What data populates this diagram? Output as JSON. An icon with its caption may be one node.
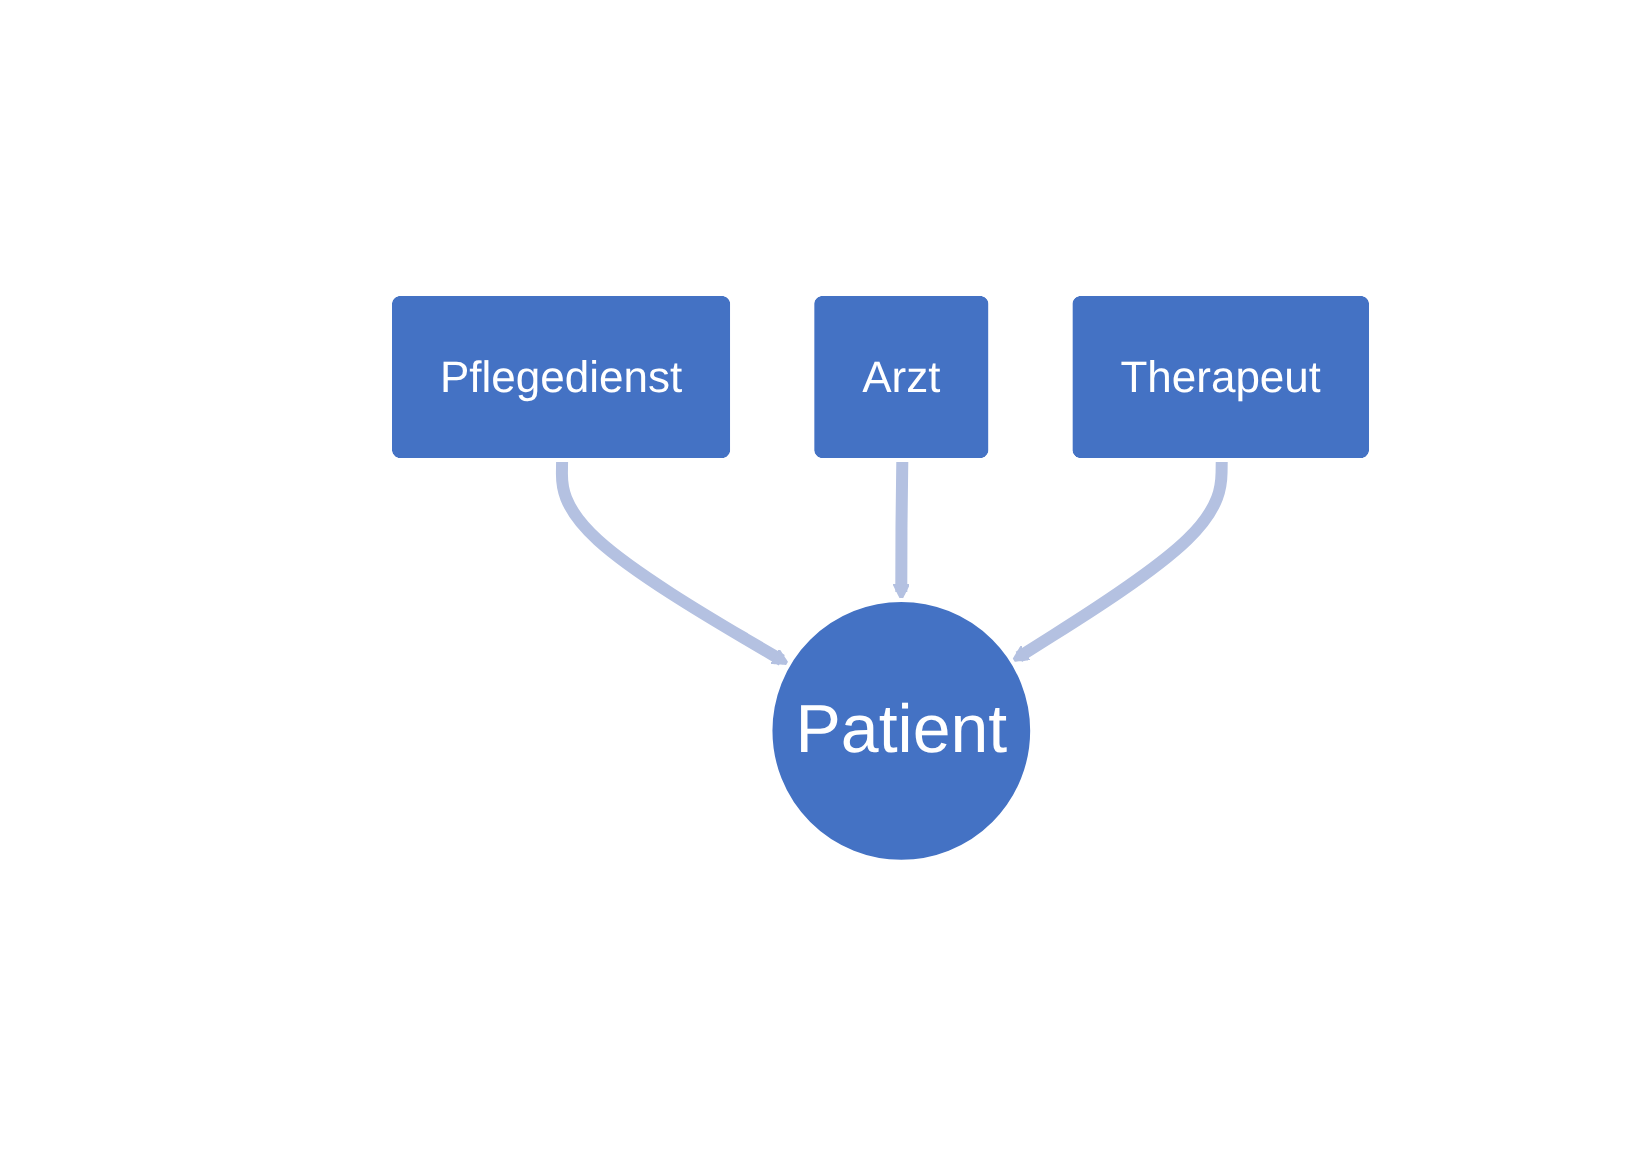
{
  "diagram": {
    "nodes": [
      {
        "text": [
          "Arzt"
        ]
      },
      {
        "text": [
          "Pflegedienst"
        ]
      },
      {
        "text": [
          "Therapeut"
        ]
      },
      {
        "text": [
          "Patient"
        ]
      }
    ],
    "edges": [
      {
        "from": 1,
        "to": 3,
        "arrow": "to"
      },
      {
        "from": 0,
        "to": 3,
        "arrow": "to"
      },
      {
        "from": 2,
        "to": 3,
        "arrow": "to"
      }
    ]
  }
}
